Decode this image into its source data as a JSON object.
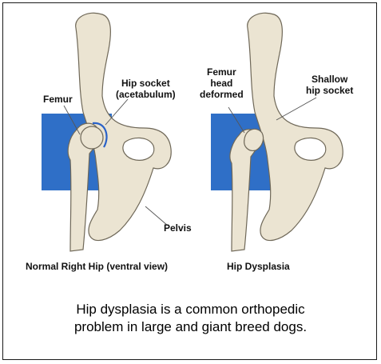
{
  "colors": {
    "background_panel": "#2f6fc7",
    "bone_fill": "#ebe4d2",
    "bone_outline": "#6f6858",
    "socket_highlight": "#2a62c8",
    "border": "#1a1a1a"
  },
  "left_diagram": {
    "label_femur": "Femur",
    "label_socket_line1": "Hip socket",
    "label_socket_line2": "(acetabulum)",
    "label_pelvis": "Pelvis",
    "caption": "Normal Right Hip (ventral view)"
  },
  "right_diagram": {
    "label_femur_head_line1": "Femur",
    "label_femur_head_line2": "head",
    "label_femur_head_line3": "deformed",
    "label_shallow_line1": "Shallow",
    "label_shallow_line2": "hip socket",
    "caption": "Hip Dysplasia"
  },
  "description": {
    "line1": "Hip dysplasia is a common orthopedic",
    "line2": "problem in large and giant breed dogs."
  }
}
